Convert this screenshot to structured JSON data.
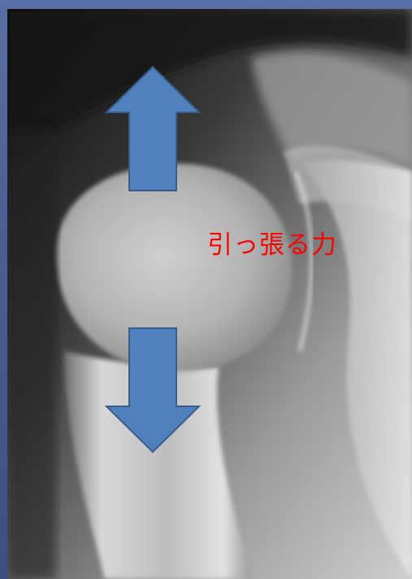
{
  "annotation": {
    "label": "引っ張る力",
    "label_color": "#ff0000"
  },
  "arrows": [
    {
      "direction": "up",
      "color": "#4f81bd",
      "outline": "#385d8a"
    },
    {
      "direction": "down",
      "color": "#4f81bd",
      "outline": "#385d8a"
    }
  ],
  "background": {
    "slide_color": "#4a5d93"
  }
}
